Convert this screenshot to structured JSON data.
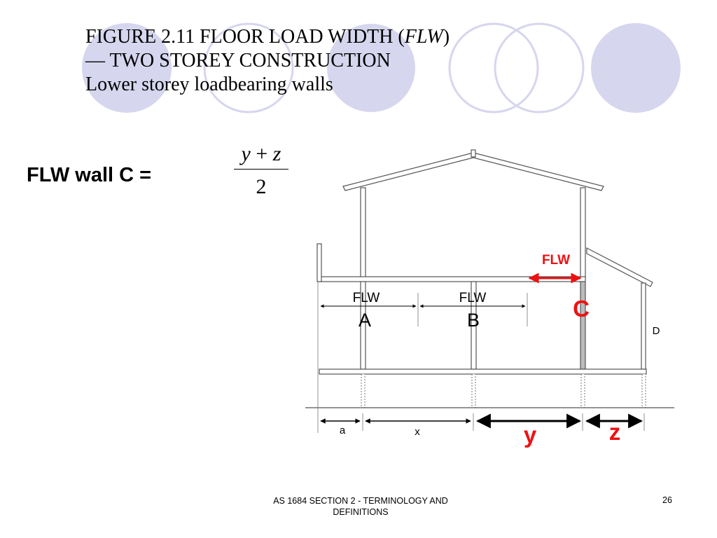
{
  "title": {
    "line1_prefix": "FIGURE  2.11   FLOOR LOAD WIDTH (",
    "line1_italic": "FLW",
    "line1_suffix": ")",
    "line2": "— TWO STOREY CONSTRUCTION",
    "line3": "Lower storey loadbearing walls"
  },
  "formula": {
    "label": "FLW wall C =",
    "numerator_left": "y",
    "numerator_op": "+",
    "numerator_right": "z",
    "denominator": "2"
  },
  "diagram": {
    "flw_a": "FLW",
    "wall_a": "A",
    "flw_b": "FLW",
    "wall_b": "B",
    "flw_c": "FLW",
    "wall_c": "C",
    "wall_d": "D",
    "dim_a": "a",
    "dim_x": "x",
    "dim_y": "y",
    "dim_z": "z"
  },
  "colors": {
    "accent_red": "#ee1111",
    "circle_fill": "#d6d6ee",
    "circle_stroke": "#d6d6ee"
  },
  "footer": {
    "text_line1": "AS 1684  SECTION 2 - TERMINOLOGY AND",
    "text_line2": "DEFINITIONS",
    "page": "26"
  }
}
